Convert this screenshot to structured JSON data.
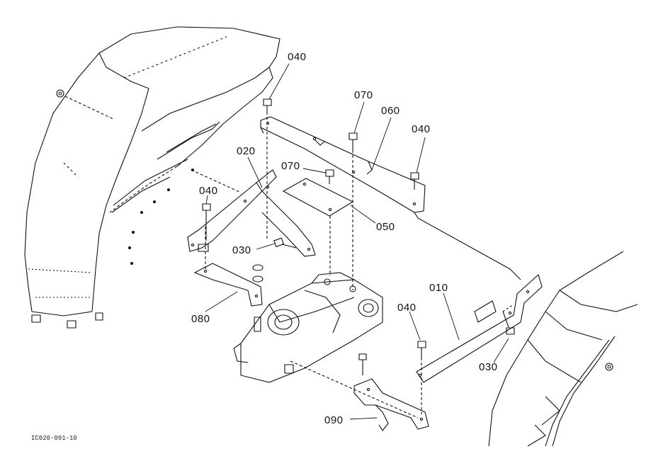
{
  "diagram": {
    "drawing_code": "IC020-091-10",
    "callouts": {
      "c040_top": "040",
      "c070_top": "070",
      "c060": "060",
      "c040_right": "040",
      "c020": "020",
      "c070_mid": "070",
      "c040_left": "040",
      "c050": "050",
      "c030_left": "030",
      "c010": "010",
      "c040_lower": "040",
      "c080": "080",
      "c030_right": "030",
      "c090": "090"
    }
  }
}
